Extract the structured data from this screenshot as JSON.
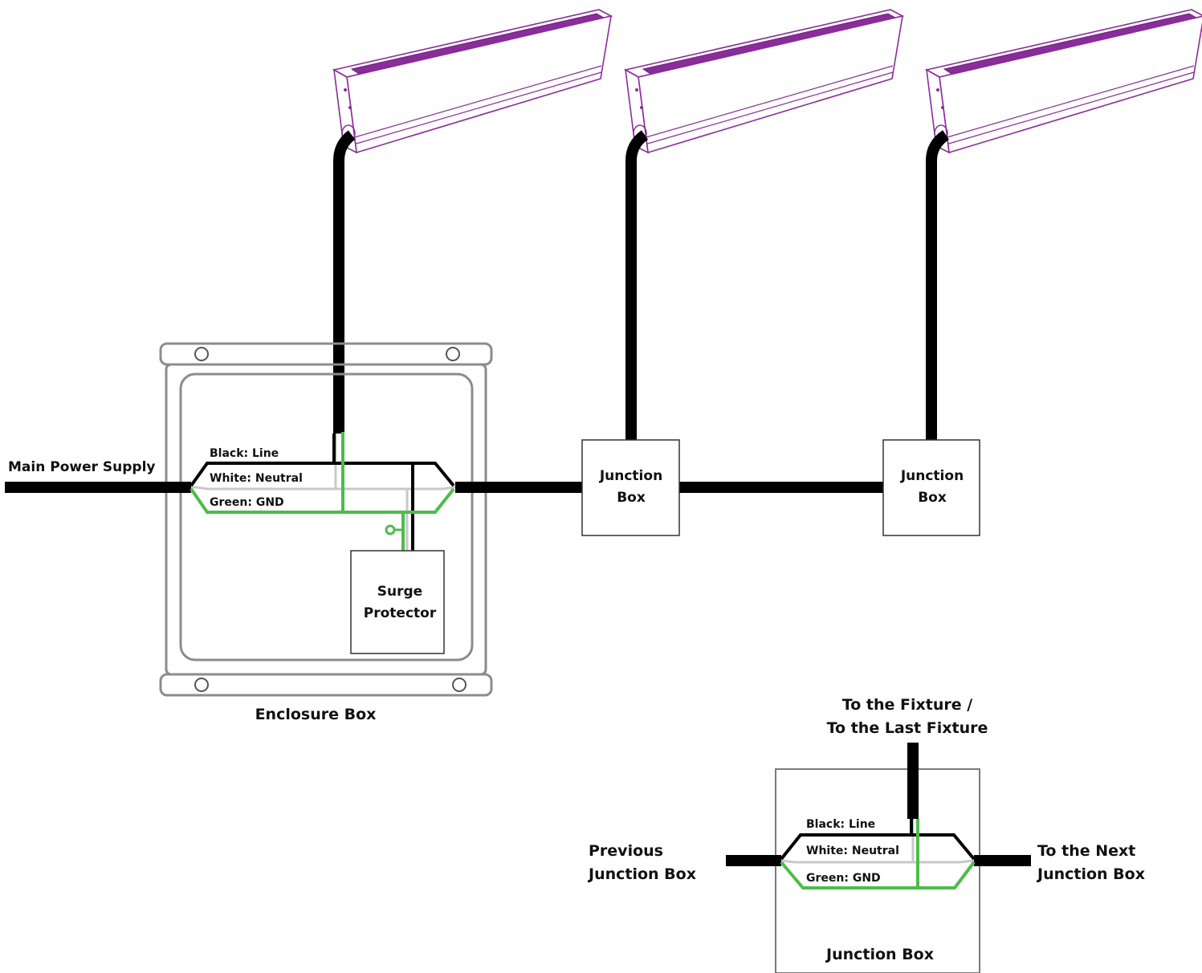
{
  "labels": {
    "main_power_supply": "Main Power Supply",
    "enclosure_box": "Enclosure Box",
    "surge_protector_line1": "Surge",
    "surge_protector_line2": "Protector",
    "junction_box_line1": "Junction",
    "junction_box_line2": "Box",
    "junction_box_detail": "Junction Box",
    "wire_black": "Black: Line",
    "wire_white": "White: Neutral",
    "wire_green": "Green: GND",
    "to_fixture_line1": "To the Fixture /",
    "to_fixture_line2": "To the Last Fixture",
    "previous_jb_line1": "Previous",
    "previous_jb_line2": "Junction Box",
    "next_jb_line1": "To the Next",
    "next_jb_line2": "Junction Box"
  },
  "colors": {
    "line_wire": "#000000",
    "neutral_wire": "#c8c8c8",
    "ground_wire": "#4cbd4a",
    "fixture": "#8a2d9b"
  },
  "icons": [
    "linear-light-fixture-icon",
    "enclosure-box-icon",
    "junction-box-icon",
    "surge-protector-icon"
  ]
}
